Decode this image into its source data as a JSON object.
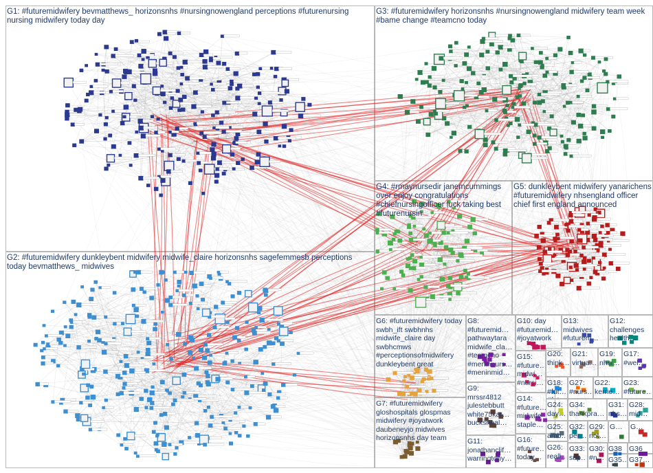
{
  "groups": [
    {
      "id": "G1",
      "label": "G1: #futuremidwifery bevmatthews_ horizonsnhs #nursingnowengland perceptions #futurenursing nursing midwifery today day",
      "color": "#2b3990"
    },
    {
      "id": "G2",
      "label": "G2: #futuremidwifery dunkleybent midwifery midwife_claire horizonsnhs sagefemmesb perceptions today bevmatthews_ midwives",
      "color": "#3d8fd1"
    },
    {
      "id": "G3",
      "label": "G3: #futuremidwifery horizonsnhs #nursingnowengland midwifery team week #bame change #teamcno today",
      "color": "#2e7d4f"
    },
    {
      "id": "G4",
      "label": "G4: #rmaynursedir janemcummings over enjoy congratulations #chiefnursingofficer luck taking best #futurenursin",
      "color": "#4caf50"
    },
    {
      "id": "G5",
      "label": "G5: dunkleybent midwifery yanarichens #futuremidwifery nhsengland officer chief first england announced",
      "color": "#b71c1c"
    },
    {
      "id": "G6",
      "label": "G6: #futuremidwifery today swbh_ift swbhnhs midwife_claire day swbhcmws #perceptionsofmidwifery dunkleybent great",
      "color": "#e6a23c"
    },
    {
      "id": "G7",
      "label": "G7: #futuremidwifery gloshospitals glospmas midwifery #joyatwork daubeneyjo midwives horizonsnhs day team",
      "color": "#7a5c2e"
    },
    {
      "id": "G8",
      "label": "G8: #futuremid… pathwaytara midwife_cla… #teamcno #meninnurs… #meninmid…",
      "color": "#7b1fa2"
    },
    {
      "id": "G9",
      "label": "G9: mrssr4812 julestebbutt white75kar… bucksheal…",
      "color": "#5d4037"
    },
    {
      "id": "G10",
      "label": "G10: day #futuremid… #joyatwork",
      "color": "#c2185b"
    },
    {
      "id": "G11",
      "label": "G11: jonathanclif… warringtony…",
      "color": "#6a1b9a"
    },
    {
      "id": "G12",
      "label": "G12: challenges health…",
      "color": "#00897b"
    },
    {
      "id": "G13",
      "label": "G13: midwives #futurem…",
      "color": "#3949ab"
    },
    {
      "id": "G14",
      "label": "G14: #future… midwife staple…",
      "color": "#8e24aa"
    },
    {
      "id": "G15",
      "label": "G15: #future… midwi… #nursi…",
      "color": "#d81b60"
    },
    {
      "id": "G16",
      "label": "G16: #future… today…",
      "color": "#6d4c41"
    },
    {
      "id": "G17",
      "label": "G17: #wel…",
      "color": "#5e35b1"
    },
    {
      "id": "G18",
      "label": "G18: #fut… #fut…",
      "color": "#1e88e5"
    },
    {
      "id": "G19",
      "label": "G19: nhsi…",
      "color": "#43a047"
    },
    {
      "id": "G20",
      "label": "G20: think…",
      "color": "#f4511e"
    },
    {
      "id": "G21",
      "label": "G21: virtua…",
      "color": "#8d6e63"
    },
    {
      "id": "G22",
      "label": "G22: kerrie…",
      "color": "#00acc1"
    },
    {
      "id": "G23",
      "label": "G23: #future…",
      "color": "#7cb342"
    },
    {
      "id": "G24",
      "label": "G24: day…",
      "color": "#c0ca33"
    },
    {
      "id": "G25",
      "label": "G25: amb…",
      "color": "#546e7a"
    },
    {
      "id": "G26",
      "label": "G26: reall…",
      "color": "#ab47bc"
    },
    {
      "id": "G27",
      "label": "G27: #nurs…",
      "color": "#ef6c00"
    },
    {
      "id": "G28",
      "label": "G28: mid…",
      "color": "#26a69a"
    },
    {
      "id": "G29",
      "label": "G29: not… gr…",
      "color": "#9e9d24"
    },
    {
      "id": "G30",
      "label": "G30: #n…",
      "color": "#ad1457"
    },
    {
      "id": "G31",
      "label": "G31: nhs…",
      "color": "#283593"
    },
    {
      "id": "G32",
      "label": "G32: per…",
      "color": "#00838f"
    },
    {
      "id": "G33",
      "label": "G33: sup…",
      "color": "#4e342e"
    },
    {
      "id": "G34",
      "label": "G34: thankpra…",
      "color": "#558b2f"
    },
    {
      "id": "G35",
      "label": "G35…",
      "color": "#37474f"
    },
    {
      "id": "G36",
      "label": "G36",
      "color": "#6a1b9a"
    },
    {
      "id": "G37",
      "label": "G37…",
      "color": "#bf360c"
    },
    {
      "id": "G38",
      "label": "G38",
      "color": "#1565c0"
    },
    {
      "id": "G39",
      "label": "G…",
      "color": "#2e7d32"
    },
    {
      "id": "G40",
      "label": "G…",
      "color": "#c62828"
    }
  ],
  "colors": {
    "background": "#ffffff",
    "box_border": "#b8b8b8",
    "edge_gray": "#8a8a8a",
    "edge_red": "#e02020",
    "label_text": "#1f3a68"
  }
}
